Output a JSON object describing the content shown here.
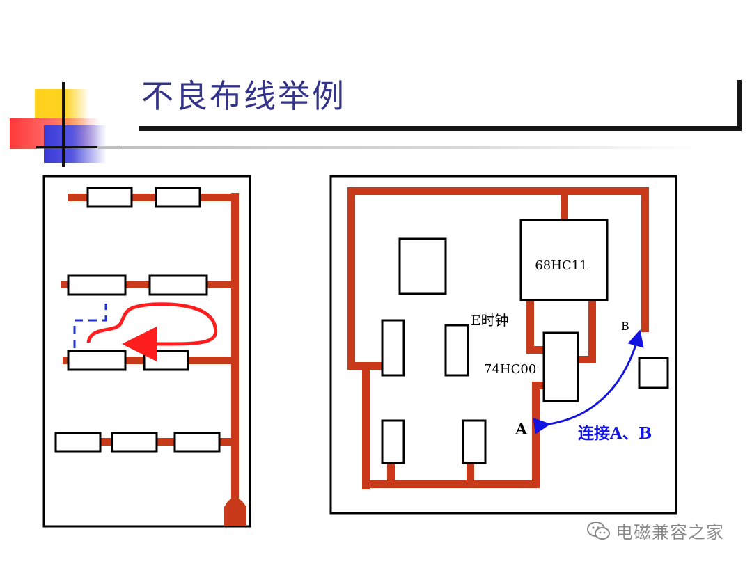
{
  "slide": {
    "title": "不良布线举例"
  },
  "right_diagram": {
    "chip_68": "68HC11",
    "chip_74": "74HC00",
    "clock_label": "E时钟",
    "point_a": "A",
    "point_b": "B",
    "connect_note": "连接A、B"
  },
  "watermark": {
    "text": "电磁兼容之家"
  },
  "colors": {
    "trace": "#c83a1a",
    "title": "#33338a",
    "loop_arrow": "#ff1e1e",
    "dashed": "#1f2fd0",
    "connect_arrow": "#1414e0"
  }
}
